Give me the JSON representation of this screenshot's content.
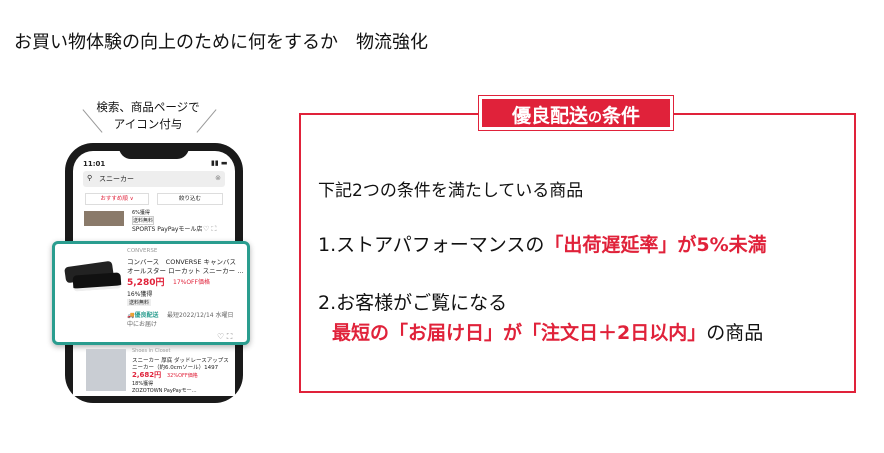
{
  "title": "お買い物体験の向上のために何をするか　物流強化",
  "callout": {
    "line1": "検索、商品ページで",
    "line2": "アイコン付与"
  },
  "phone": {
    "time": "11:01",
    "search_value": "スニーカー",
    "sort_label": "おすすめ順 ∨",
    "filter_label": "絞り込む",
    "prev_item": {
      "note": "6%獲得",
      "shipping": "送料無料",
      "store": "SPORTS PayPayモール店"
    },
    "highlighted_item": {
      "brand": "CONVERSE",
      "name1": "コンバース　CONVERSE キャンバス",
      "name2": "オールスター ローカット スニーカー …",
      "price": "5,280円",
      "discount": "17%OFF価格",
      "points": "16%獲得",
      "shipping": "送料無料",
      "badge": "優良配送",
      "delivery1": "最短2022/12/14 水曜日",
      "delivery2": "中にお届け"
    },
    "next_item": {
      "store_tag": "Shoes in Closet",
      "name1": "スニーカー 厚底 ダッドレースアップス",
      "name2": "ニーカー（約6.0cmソール）1497",
      "price": "2,682円",
      "discount": "32%OFF価格",
      "points": "18%獲得",
      "store": "ZOZOTOWN PayPayモー…"
    }
  },
  "panel": {
    "badge_main": "優良配送",
    "badge_small": "の",
    "badge_end": "条件",
    "intro": "下記2つの条件を満たしている商品",
    "cond1_prefix": "1.ストアパフォーマンスの",
    "cond1_red": "「出荷遅延率」が5%未満",
    "cond2_line1": "2.お客様がご覧になる",
    "cond2_red": "最短の「お届け日」が「注文日＋2日以内」",
    "cond2_suffix": "の商品"
  },
  "colors": {
    "accent": "#e0223a",
    "highlight": "#2a9d8f"
  }
}
